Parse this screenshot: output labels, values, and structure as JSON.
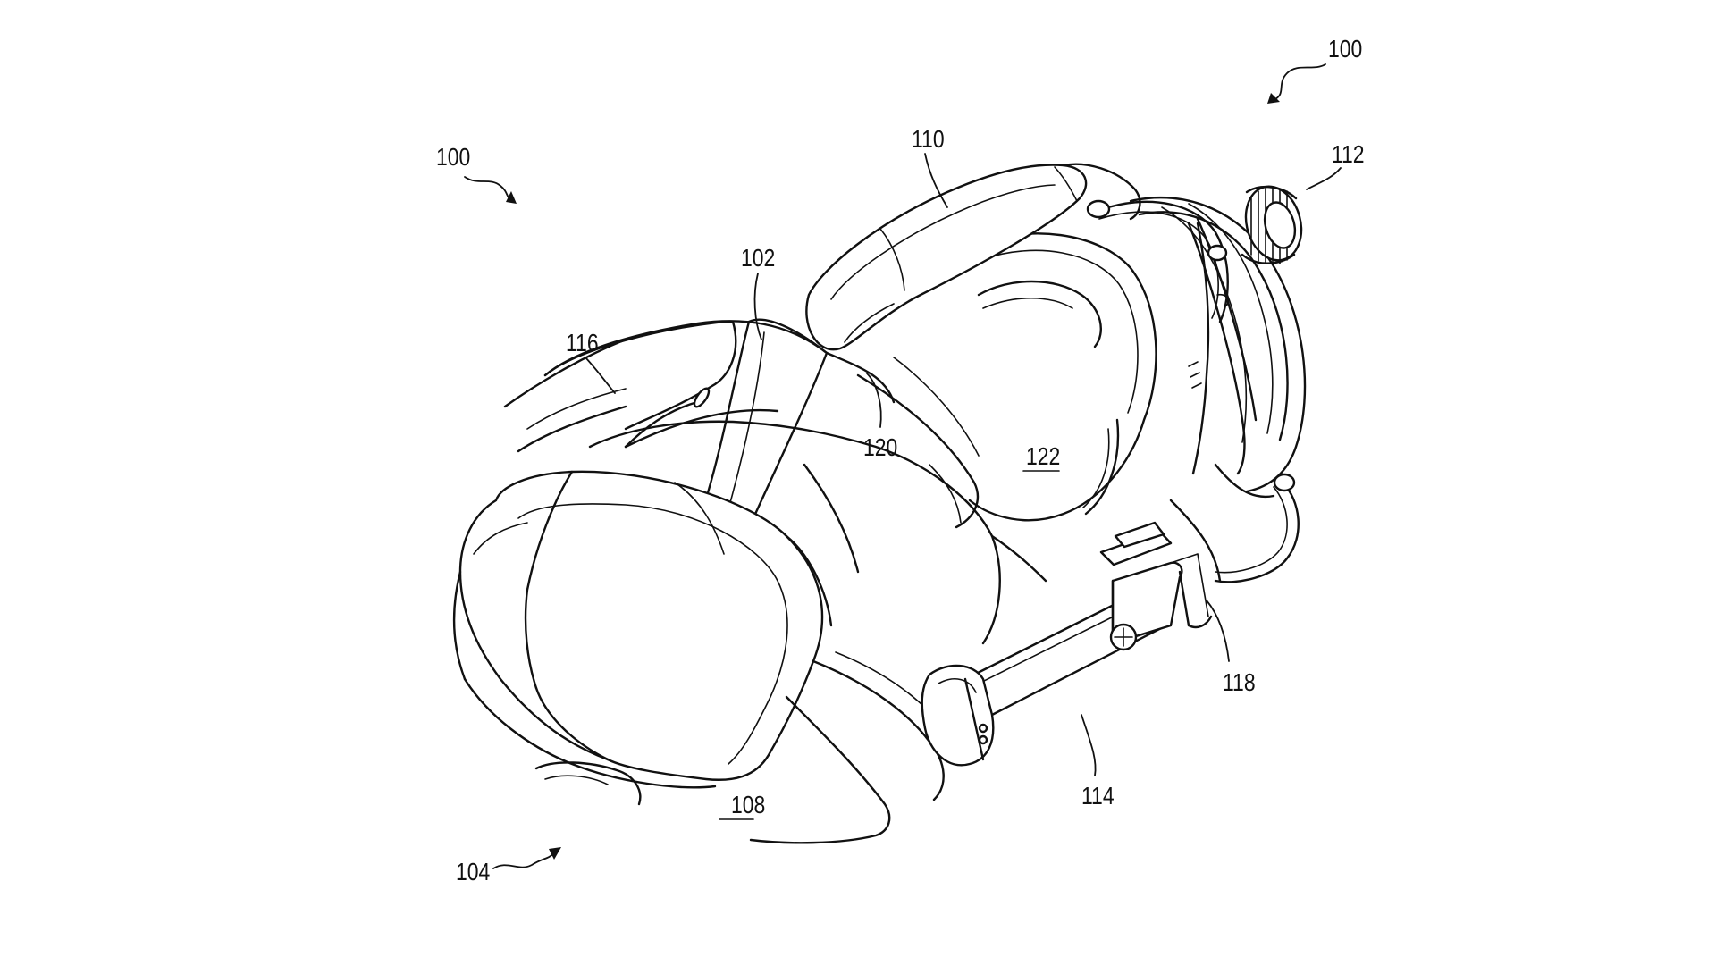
{
  "figure": {
    "labels": {
      "ref_100_top": "100",
      "ref_100_left": "100",
      "ref_102": "102",
      "ref_104": "104",
      "ref_108": "108",
      "ref_110": "110",
      "ref_112": "112",
      "ref_114": "114",
      "ref_116": "116",
      "ref_118": "118",
      "ref_120": "120",
      "ref_122": "122"
    },
    "colors": {
      "line": "#111111",
      "background": "#ffffff"
    }
  }
}
